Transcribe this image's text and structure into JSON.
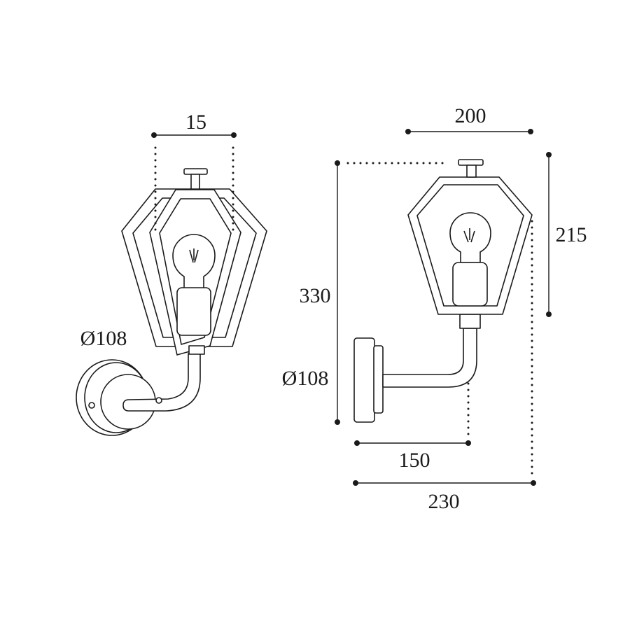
{
  "front_view": {
    "width_label": "15",
    "backplate_label": "Ø108"
  },
  "side_view": {
    "depth_top_label": "200",
    "height_label": "330",
    "lantern_height_label": "215",
    "backplate_label": "Ø108",
    "arm_projection_label": "150",
    "total_projection_label": "230"
  },
  "colors": {
    "line": "#1a1a1a",
    "background": "#ffffff"
  }
}
